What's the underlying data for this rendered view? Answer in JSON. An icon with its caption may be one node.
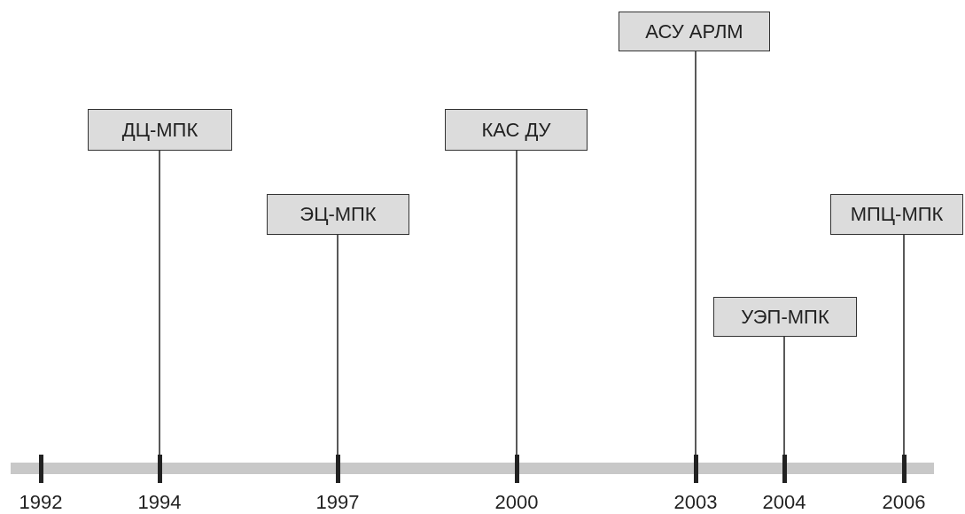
{
  "diagram": {
    "nodes": [
      {
        "text": [
          "ДЦ-МПК"
        ]
      },
      {
        "text": [
          "ЭЦ-МПК"
        ]
      },
      {
        "text": [
          "КАС ДУ"
        ]
      },
      {
        "text": [
          "АСУ АРЛМ"
        ]
      },
      {
        "text": [
          "УЭП-МПК"
        ]
      },
      {
        "text": [
          "МПЦ-МПК"
        ]
      },
      {
        "text": [],
        "shape": "bar",
        "beside": [
          "1992"
        ]
      },
      {
        "text": [],
        "shape": "bar",
        "beside": [
          "1994"
        ]
      },
      {
        "text": [],
        "shape": "bar",
        "beside": [
          "1997"
        ]
      },
      {
        "text": [],
        "shape": "bar",
        "beside": [
          "2000"
        ]
      },
      {
        "text": [],
        "shape": "bar",
        "beside": [
          "2003"
        ]
      },
      {
        "text": [],
        "shape": "bar",
        "beside": [
          "2004"
        ]
      },
      {
        "text": [],
        "shape": "bar",
        "beside": [
          "2006"
        ]
      }
    ],
    "edges": [
      {
        "from": 0,
        "to": 7,
        "arrow": "none"
      },
      {
        "from": 1,
        "to": 8,
        "arrow": "none"
      },
      {
        "from": 2,
        "to": 9,
        "arrow": "none"
      },
      {
        "from": 3,
        "to": 10,
        "arrow": "none"
      },
      {
        "from": 4,
        "to": 11,
        "arrow": "none"
      },
      {
        "from": 5,
        "to": 12,
        "arrow": "none"
      }
    ]
  }
}
